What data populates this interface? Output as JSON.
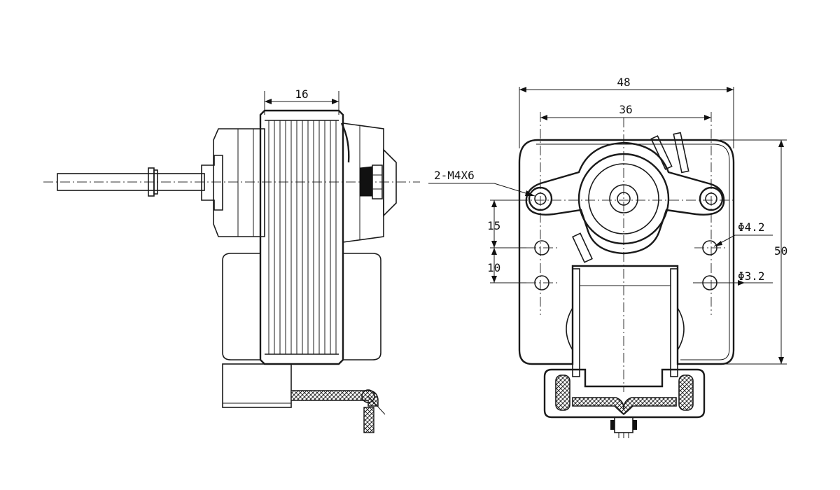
{
  "side_view": {
    "width_label": "16"
  },
  "front_view": {
    "overall_width_label": "48",
    "hole_spacing_label": "36",
    "height_label": "50",
    "spacing_upper_label": "15",
    "spacing_lower_label": "10",
    "thread_callout": "2-M4X6",
    "hole_large_callout": "Φ4.2",
    "hole_small_callout": "Φ3.2"
  },
  "colors": {
    "line": "#1a1a1a",
    "hatch": "#2a2a2a",
    "background": "#ffffff"
  }
}
